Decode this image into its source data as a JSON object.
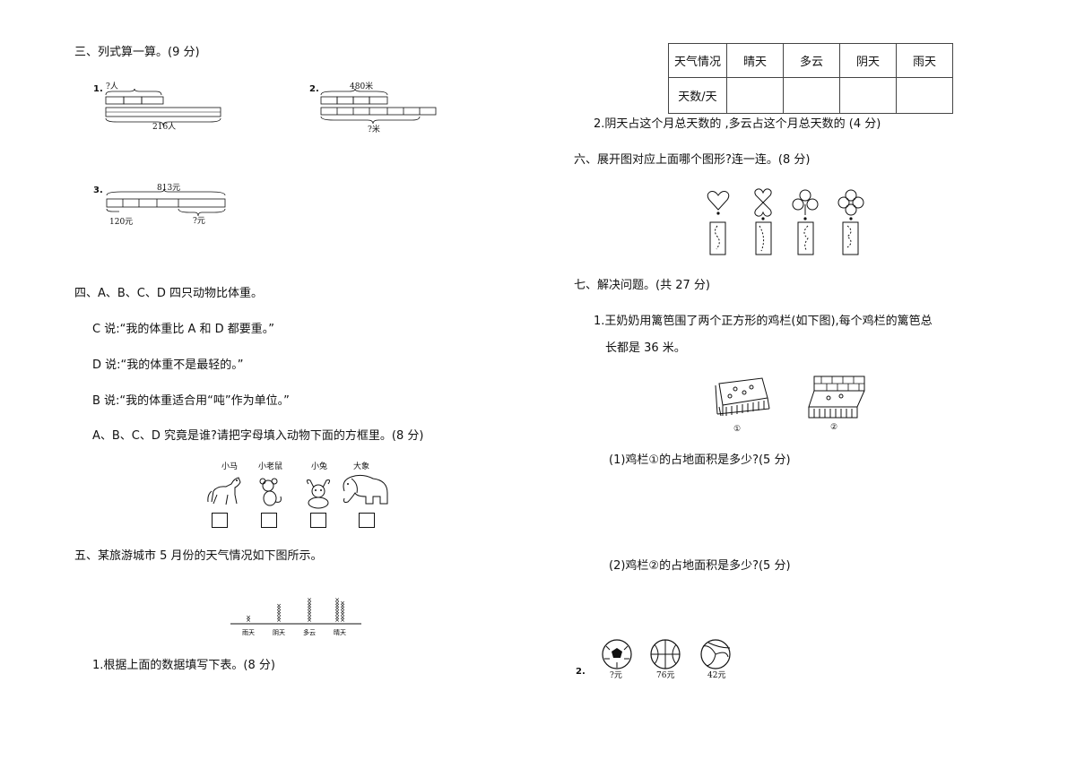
{
  "left": {
    "sec3": {
      "title": "三、列式算一算。(9 分)",
      "q1": {
        "num": "1.",
        "top": "?人",
        "bottom": "216人"
      },
      "q2": {
        "num": "2.",
        "top": "480米",
        "bottom": "?米"
      },
      "q3": {
        "num": "3.",
        "top": "813元",
        "left": "120元",
        "bottom": "?元"
      }
    },
    "sec4": {
      "title": "四、A、B、C、D 四只动物比体重。",
      "c": "C 说:“我的体重比 A 和 D 都要重。”",
      "d": "D 说:“我的体重不是最轻的。”",
      "b": "B 说:“我的体重适合用“吨”作为单位。”",
      "q": "A、B、C、D 究竟是谁?请把字母填入动物下面的方框里。(8 分)",
      "animals": [
        "小马",
        "小老鼠",
        "小兔",
        "大象"
      ]
    },
    "sec5": {
      "title": "五、某旅游城市 5 月份的天气情况如下图所示。",
      "chart_labels": [
        "雨天",
        "阴天",
        "多云",
        "晴天"
      ],
      "q1": "1.根据上面的数据填写下表。(8 分)"
    }
  },
  "right": {
    "table": {
      "header": [
        "天气情况",
        "晴天",
        "多云",
        "阴天",
        "雨天"
      ],
      "row": [
        "天数/天",
        "",
        "",
        "",
        ""
      ]
    },
    "sec5_q2": "2.阴天占这个月总天数的 ,多云占这个月总天数的 (4 分)",
    "sec6": {
      "title": "六、展开图对应上面哪个图形?连一连。(8 分)"
    },
    "sec7": {
      "title": "七、解决问题。(共 27 分)",
      "q1_line1": "1.王奶奶用篱笆围了两个正方形的鸡栏(如下图),每个鸡栏的篱笆总",
      "q1_line2": "长都是 36 米。",
      "fig_labels": [
        "①",
        "②"
      ],
      "sub1": "(1)鸡栏①的占地面积是多少?(5 分)",
      "sub2": "(2)鸡栏②的占地面积是多少?(5 分)",
      "q2_num": "2.",
      "balls": [
        "?元",
        "76元",
        "42元"
      ]
    }
  },
  "chart_data": {
    "type": "bar",
    "categories": [
      "雨天",
      "阴天",
      "多云",
      "晴天"
    ],
    "values": [
      2,
      6,
      8,
      15
    ],
    "marker": "×"
  }
}
